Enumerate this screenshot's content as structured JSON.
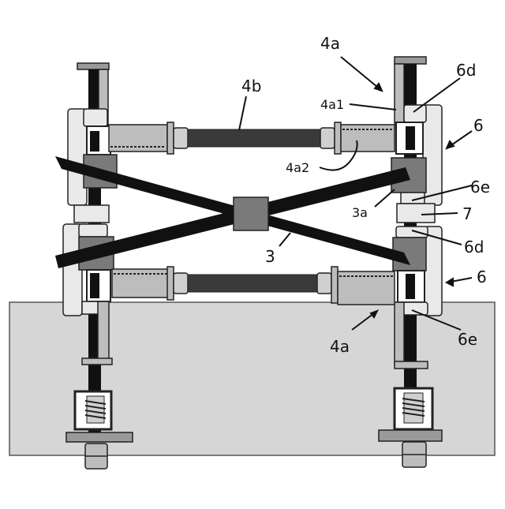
{
  "labels": {
    "l_4a_top": "4a",
    "l_4b": "4b",
    "l_6d_top": "6d",
    "l_4a1": "4a1",
    "l_6_top": "6",
    "l_4a2": "4a2",
    "l_6e_top": "6e",
    "l_3a": "3a",
    "l_7": "7",
    "l_6d_bottom": "6d",
    "l_3": "3",
    "l_6_bottom": "6",
    "l_4a_bottom": "4a",
    "l_6e_bottom": "6e"
  },
  "colors": {
    "base": "#d6d6d6",
    "part_light": "#e9e9e9",
    "part_mid": "#bdbdbd",
    "part_dark": "#7a7a7a",
    "rod": "#111111",
    "bar": "#3a3a3a",
    "outline": "#222222"
  }
}
